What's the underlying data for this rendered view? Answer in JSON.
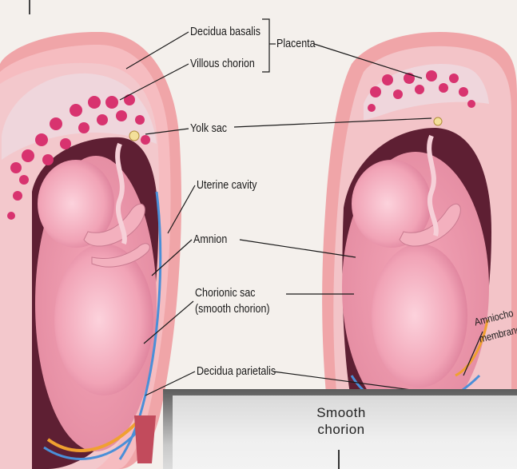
{
  "labels": {
    "decidua_basalis": "Decidua basalis",
    "villous_chorion": "Villous chorion",
    "placenta": "Placenta",
    "yolk_sac": "Yolk sac",
    "uterine_cavity": "Uterine cavity",
    "amnion": "Amnion",
    "chorionic_sac": "Chorionic sac",
    "smooth_chorion_paren": "(smooth chorion)",
    "decidua_parietalis": "Decidua parietalis",
    "amniochorionic_1": "Amniocho",
    "amniochorionic_2": "membrane"
  },
  "inset": {
    "line1": "Smooth",
    "line2": "chorion"
  },
  "colors": {
    "uterine_wall": "#f0a5a8",
    "decidua": "#f3c4c8",
    "placenta_villi": "#d8336f",
    "chorionic_cavity": "#5e1f33",
    "amniotic_fluid": "#e48aa0",
    "fetus": "#f3b0be",
    "blue_layer": "#4a8fd8",
    "orange_layer": "#f0a030"
  }
}
